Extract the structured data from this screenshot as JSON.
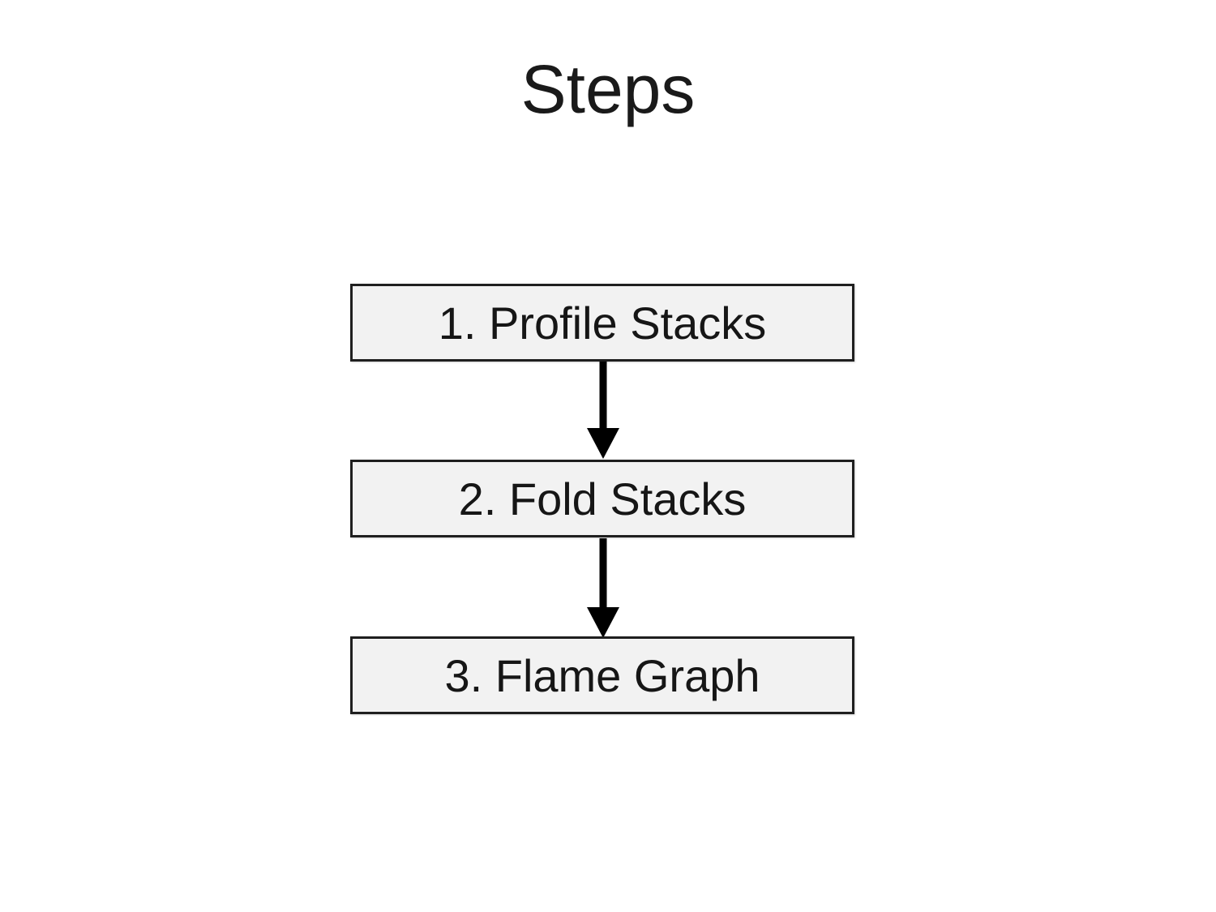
{
  "slide": {
    "title": "Steps",
    "steps": [
      {
        "label": "1. Profile Stacks"
      },
      {
        "label": "2. Fold Stacks"
      },
      {
        "label": "3. Flame Graph"
      }
    ],
    "colors": {
      "background": "#ffffff",
      "box_fill": "#f2f2f2",
      "box_border": "#1f1f1f",
      "text": "#161616",
      "arrow": "#000000"
    }
  }
}
